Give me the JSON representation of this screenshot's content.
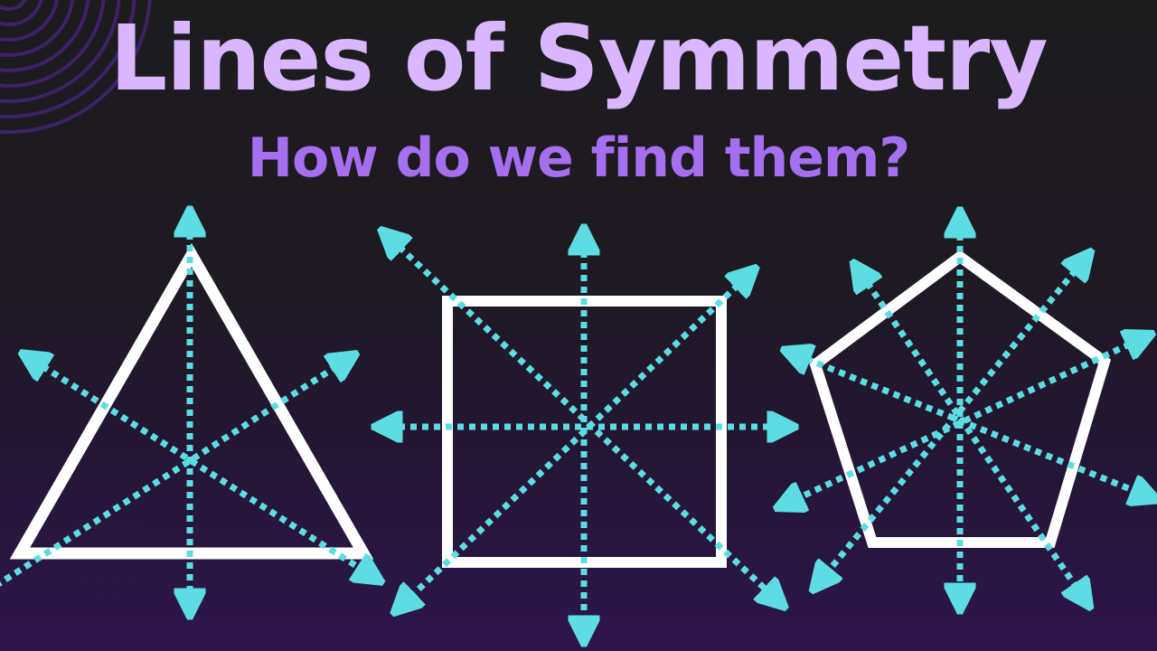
{
  "title": "Lines of Symmetry",
  "subtitle": "How do we find them?",
  "colors": {
    "title": "#d9b6ff",
    "subtitle": "#a66ff0",
    "symmetry_line": "#5ddde3",
    "shape_outline": "#ffffff",
    "decor_rings": "#3e2169"
  },
  "shapes": [
    {
      "name": "triangle",
      "lines_of_symmetry": 3
    },
    {
      "name": "square",
      "lines_of_symmetry": 4
    },
    {
      "name": "pentagon",
      "lines_of_symmetry": 5
    }
  ]
}
